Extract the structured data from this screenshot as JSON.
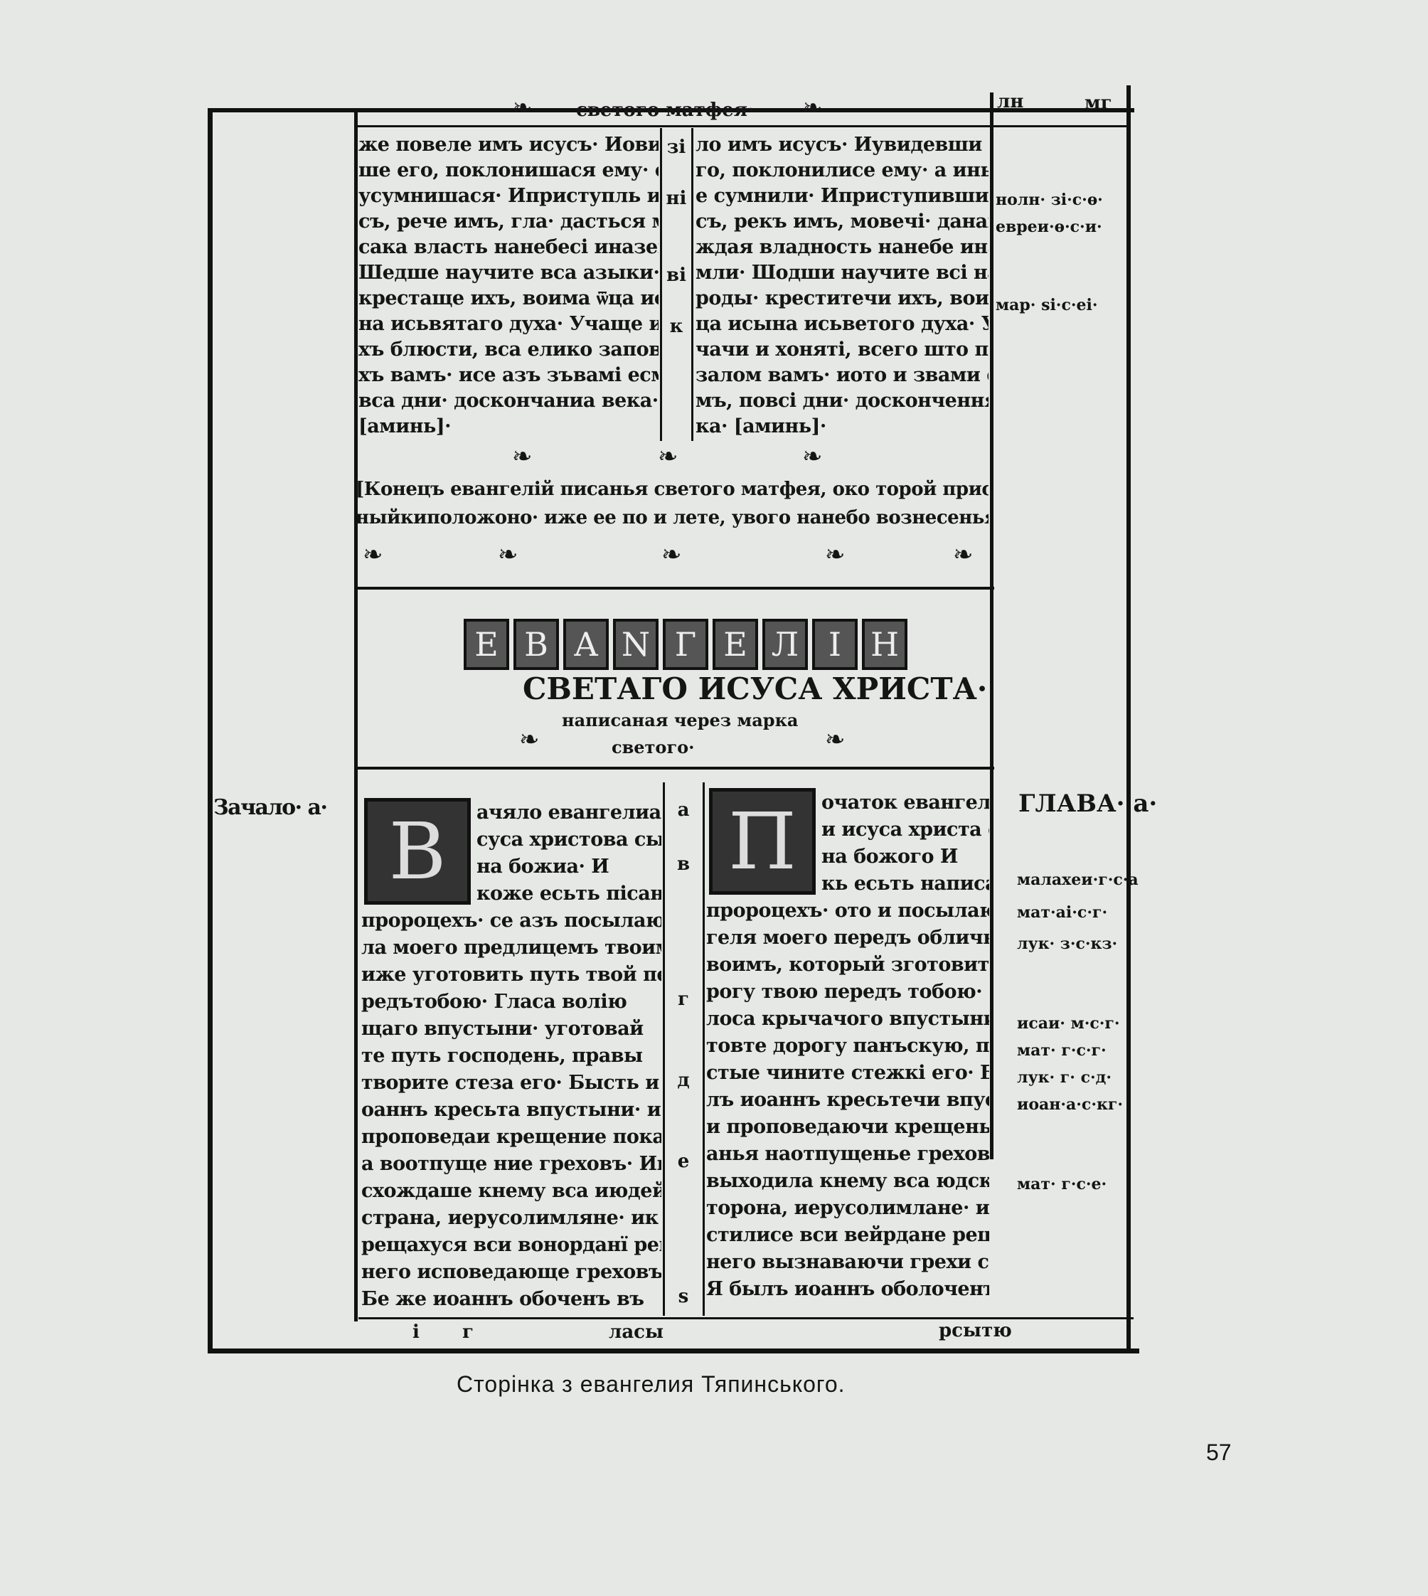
{
  "running_head": {
    "title": "светого матфея·",
    "folio_left": "лн",
    "folio_right": "мг"
  },
  "upper_left": [
    "же повеле имъ исусъ· Иовидевъ",
    "ше его, поклонишася ему· обаче",
    "усумнишася· Иприступль и",
    "съ, рече имъ, гла· дасться мі вь",
    "сака власть нанебесі иназемлі·",
    "Шедше научите вса азыки·",
    "крестаще ихъ, воима ѿца исы",
    "на исьвятаго духа· Учаще и",
    "хъ блюсти, вса елико заповедя",
    "хъ вамъ· исе азъ зъвамі есмь, во",
    "вса дни· доскончаниа века·",
    "[аминь]·"
  ],
  "upper_mid": [
    "зі",
    "ні",
    "ві",
    "к"
  ],
  "upper_right": [
    "ло имъ исусъ· Иувидевши е",
    "го, поклонилисе ему· а иныи",
    "е сумнили· Иприступивши и",
    "съ, рекъ имъ, мовечі· данамъ ка",
    "ждая владность нанебе иназе",
    "мли· Шодши научите всі на",
    "роды· креститечи ихъ, воима ѿ",
    "ца исына исьветого духа· У",
    "чачи и хоняті, всего што прика",
    "залом вамъ· иото и звами есто",
    "мъ, повсі дни· доскончення ве",
    "ка· [аминь]·"
  ],
  "upper_margin": [
    "нолн· зі·с·ѳ·",
    "евреи·ѳ·с·и·",
    "мар· ѕі·с·еі·"
  ],
  "colophon": [
    "[Конецъ евангелій писанья светого матфея, око торой пристлове",
    "ныйкиположоно· иже ее по и лете, увого нанебо вознесенья, подяла·]"
  ],
  "title": {
    "letters": [
      "Е",
      "В",
      "А",
      "N",
      "Г",
      "Е",
      "Л",
      "І",
      "Н"
    ],
    "line2": "СВЕТАГО ИСУСА ХРИСТА·",
    "line3": "написаная через марка",
    "line4": "светого·"
  },
  "lower_left_margin": "Зачало· а·",
  "lower_left": [
    "ачяло евангелиа и",
    "суса христова сы",
    "на божиа· И",
    "коже есьть пісано вь",
    "пророцехъ· се азъ посылаю агге",
    "ла моего предлицемъ твоимъ,",
    "иже уготовить путь твой пе",
    "редътобою· Гласа волію",
    "щаго впустыни· уготовай",
    "те путь господень, правы",
    "творите стеза его· Бысть и",
    "оаннъ кресьта впустыни· и",
    "проповедаи крещение покаяни",
    "а воотпуще ние греховъ· Ии",
    "схождаше кнему вса июдейская",
    "страна, иерусолимляне· ик",
    "рещахуся вси вонорданї реце",
    "него исповедающе греховъ",
    "Бе же иоаннъ обоченъ въ"
  ],
  "lower_mid": [
    "а",
    "в",
    "г",
    "д",
    "е",
    "ѕ"
  ],
  "lower_right": [
    "очаток евангели",
    "и исуса христа сы",
    "на божого И",
    "кь есьть написано в",
    "пророцехъ· ото и посылаю анъ",
    "геля моего передъ обличьемъ т",
    "воимъ, который зготовить до",
    "рогу твою передъ тобою· Го",
    "лоса крычачого впустыни· го",
    "товте дорогу панъскую, про",
    "стые чините стежкі его· Бы",
    "лъ иоаннъ кресьтечи впустыни·",
    "и проповедаючи крещенье пока",
    "анья наотпущенье греховъ· И",
    "выходила кнему вса юдская с",
    "торона, иерусолимлане· икре",
    "стилисе вси вейрдане реце т",
    "него вызнаваючи грехи свои·",
    "Я былъ иоаннъ оболоченъ ше"
  ],
  "lower_right_margin": {
    "head": "ГЛАВА· а·",
    "refs": [
      "малахеи·г·с·а",
      "мат·аі·с·г·",
      "лук· з·с·кз·",
      "исаи· м·с·г·",
      "мат· г·с·г·",
      "лук· г· с·д·",
      "иоан·а·с·кг·",
      "мат· г·с·е·"
    ]
  },
  "footer_row": {
    "left_a": "і",
    "left_b": "г",
    "left_c": "ласы",
    "right": "рсытю"
  },
  "caption": "Сторінка з евангелия Тяпинського.",
  "page_number": "57"
}
